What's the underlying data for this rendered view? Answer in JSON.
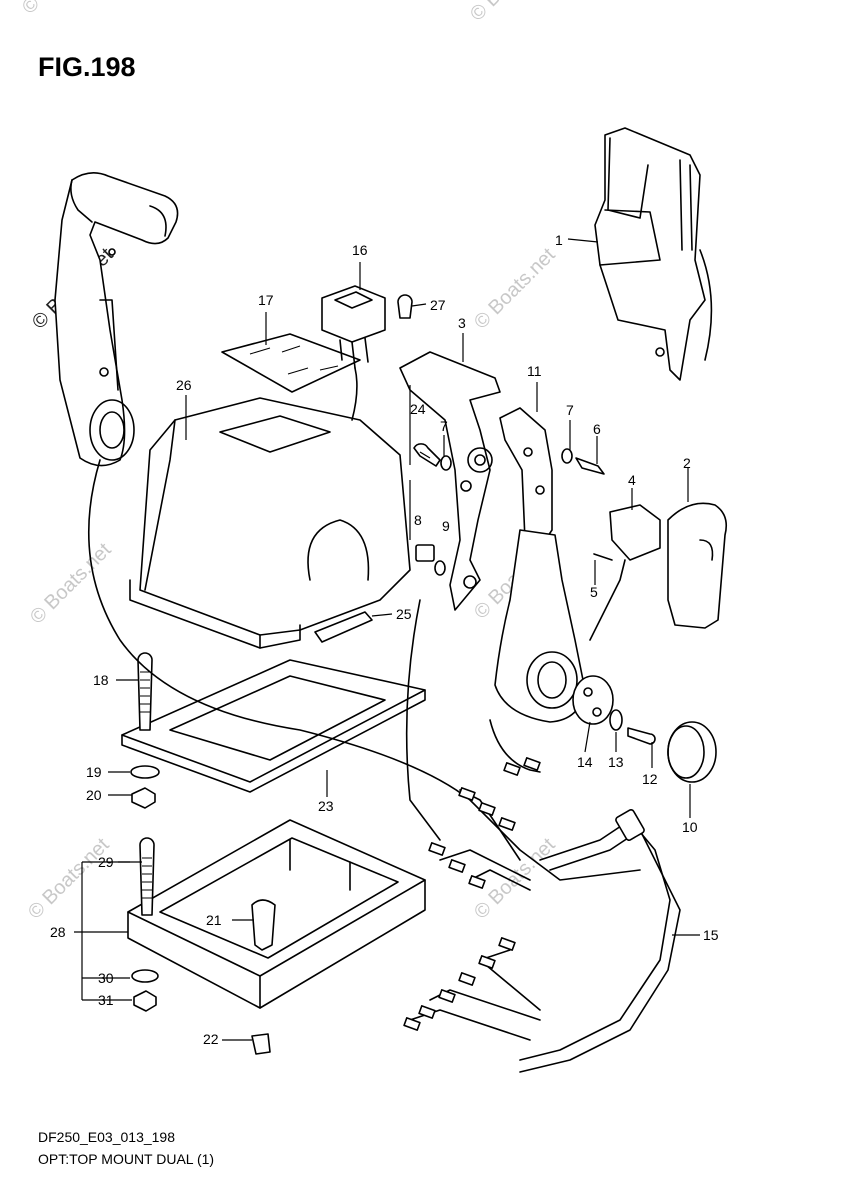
{
  "figure": {
    "title": "FIG.198"
  },
  "footer": {
    "code": "DF250_E03_013_198",
    "caption": "OPT:TOP MOUNT DUAL (1)"
  },
  "watermark": {
    "text": "© Boats.net"
  },
  "callouts": [
    "1",
    "2",
    "3",
    "4",
    "5",
    "6",
    "7",
    "8",
    "9",
    "10",
    "11",
    "12",
    "13",
    "14",
    "15",
    "16",
    "17",
    "18",
    "19",
    "20",
    "21",
    "22",
    "23",
    "24",
    "25",
    "26",
    "27",
    "28",
    "29",
    "30",
    "31"
  ],
  "callout_7b": "7",
  "colors": {
    "line": "#000000",
    "watermark": "#c8c8c8",
    "background": "#ffffff"
  }
}
